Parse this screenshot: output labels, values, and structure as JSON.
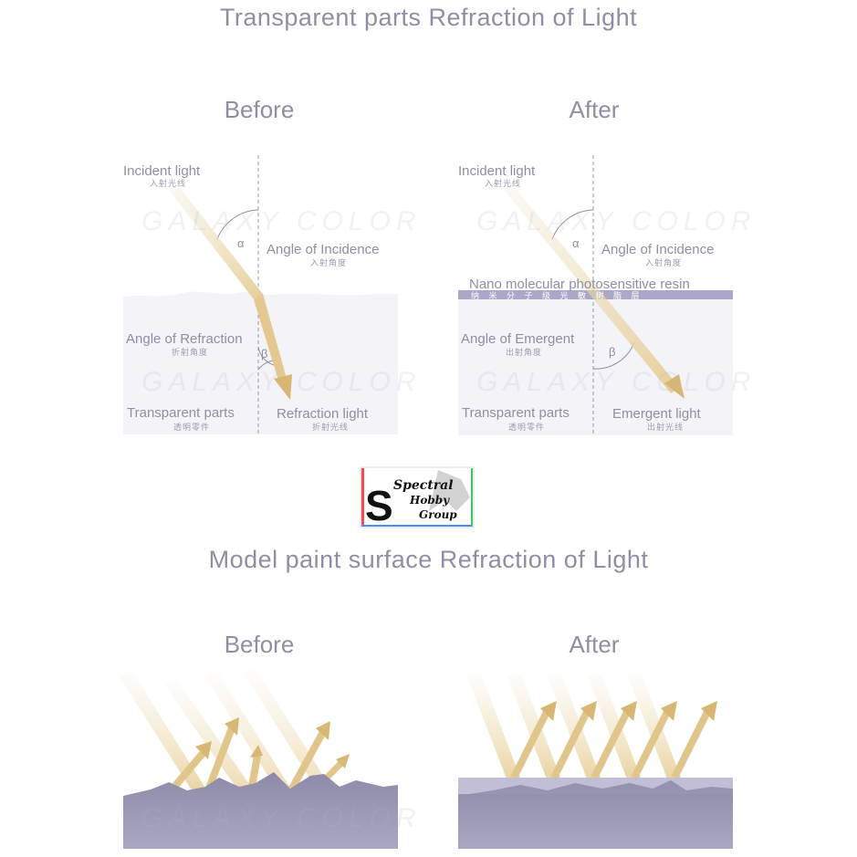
{
  "top_title": "Transparent parts Refraction of Light",
  "bottom_title": "Model paint surface Refraction of Light",
  "panels": {
    "before_label": "Before",
    "after_label": "After"
  },
  "transparent_before": {
    "incident_light": "Incident light",
    "incident_light_cn": "入射光线",
    "alpha": "α",
    "angle_incidence": "Angle of Incidence",
    "angle_incidence_cn": "入射角度",
    "angle_refraction": "Angle of Refraction",
    "angle_refraction_cn": "折射角度",
    "beta": "β",
    "transparent_parts": "Transparent parts",
    "transparent_parts_cn": "透明零件",
    "refraction_light": "Refraction light",
    "refraction_light_cn": "折射光线"
  },
  "transparent_after": {
    "incident_light": "Incident light",
    "incident_light_cn": "入射光线",
    "alpha": "α",
    "angle_incidence": "Angle of Incidence",
    "angle_incidence_cn": "入射角度",
    "resin": "Nano molecular photosensitive resin",
    "resin_cn": "纳 米 分 子 级 光 敏 树 脂 层",
    "angle_emergent": "Angle of Emergent",
    "angle_emergent_cn": "出射角度",
    "beta": "β",
    "transparent_parts": "Transparent parts",
    "transparent_parts_cn": "透明零件",
    "emergent_light": "Emergent light",
    "emergent_light_cn": "出射光线"
  },
  "logo": {
    "line1": "Spectral",
    "line2": "Hobby",
    "line3": "Group"
  },
  "watermark": "GALAXY COLOR",
  "colors": {
    "text": "#8f8fa3",
    "beam": "#e3c98f",
    "surface": "#9d9bb6",
    "resin": "#a9a6c6",
    "panel": "#f4f4f8"
  }
}
